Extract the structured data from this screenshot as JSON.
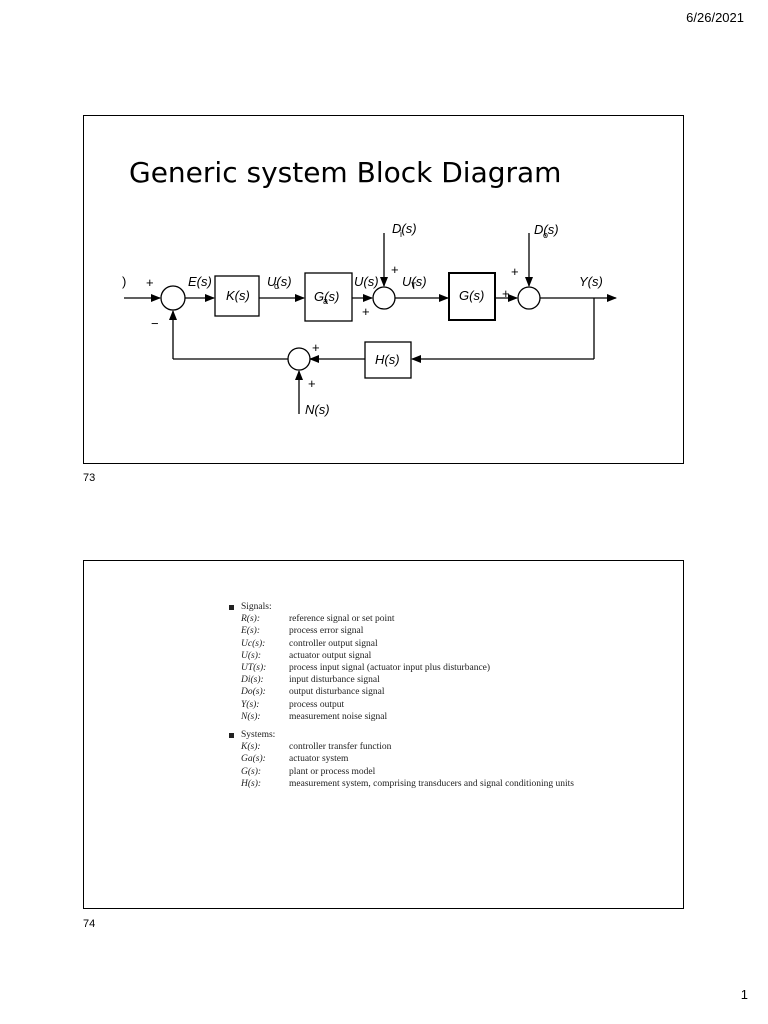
{
  "header": {
    "date": "6/26/2021"
  },
  "slide1": {
    "title": "Generic system Block Diagram",
    "number": "73",
    "diagram": {
      "input_label": ")",
      "plus": "+",
      "minus": "−",
      "E": "E(s)",
      "K": "K(s)",
      "Uc": "U(s)",
      "Uc_sub": "c",
      "Ga": "G(s)",
      "Ga_sub": "a",
      "U": "U(s)",
      "Di": "D(s)",
      "Di_sub": "i",
      "UT": "U(s)",
      "UT_sub": "T",
      "G": "G(s)",
      "Do": "D(s)",
      "Do_sub": "o",
      "Y": "Y(s)",
      "H": "H(s)",
      "N": "N(s)"
    }
  },
  "slide2": {
    "number": "74",
    "signals_heading": "Signals:",
    "signals": [
      {
        "sym": "R(s):",
        "desc": "reference signal or set point"
      },
      {
        "sym": "E(s):",
        "desc": "process error signal"
      },
      {
        "sym": "Uc(s):",
        "desc": "controller output signal"
      },
      {
        "sym": "U(s):",
        "desc": "actuator output signal"
      },
      {
        "sym": "UT(s):",
        "desc": "process input signal (actuator input plus disturbance)"
      },
      {
        "sym": "Di(s):",
        "desc": "input disturbance signal"
      },
      {
        "sym": "Do(s):",
        "desc": "output disturbance signal"
      },
      {
        "sym": "Y(s):",
        "desc": "process output"
      },
      {
        "sym": "N(s):",
        "desc": "measurement noise signal"
      }
    ],
    "systems_heading": "Systems:",
    "systems": [
      {
        "sym": "K(s):",
        "desc": "controller transfer function"
      },
      {
        "sym": "Ga(s):",
        "desc": "actuator system"
      },
      {
        "sym": "G(s):",
        "desc": "plant or process model"
      },
      {
        "sym": "H(s):",
        "desc": "measurement system, comprising transducers and signal conditioning units"
      }
    ]
  },
  "footer": {
    "page": "1"
  }
}
